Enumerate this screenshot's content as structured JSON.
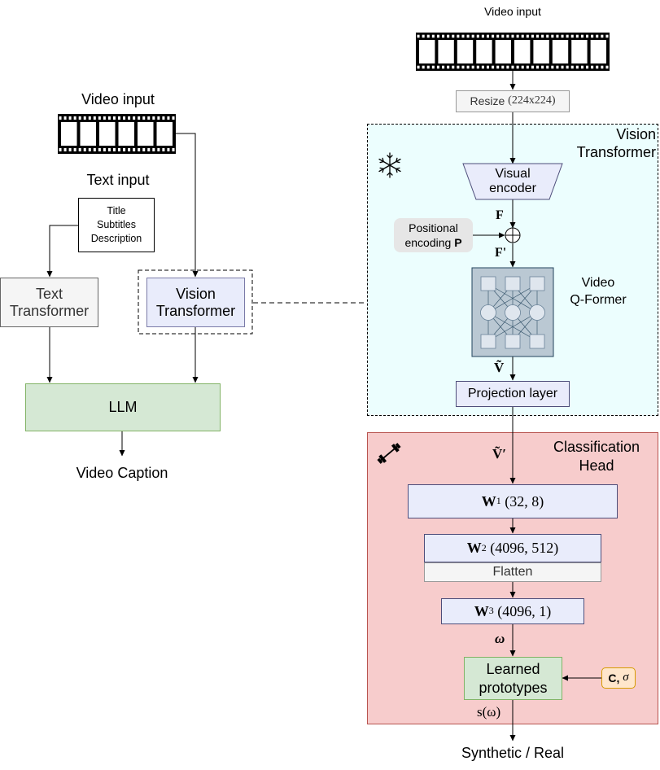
{
  "colors": {
    "vision_panel": "#ecfefe",
    "head_panel": "#f7cccc",
    "head_border": "#b85450",
    "blue_box": "#e9ecfb",
    "blue_border": "#4d4d7a",
    "llm_fill": "#d5e8d4",
    "llm_border": "#82b366",
    "gray_box": "#f5f5f5",
    "qformer_fill": "#bac8d3",
    "qformer_border": "#23445d",
    "orange_fill": "#ffe6cc",
    "orange_border": "#d79b00"
  },
  "left": {
    "video_input": "Video input",
    "text_input": "Text input",
    "text_box": "Title\nSubtitles\nDescription",
    "text_transformer": "Text\nTransformer",
    "vision_transformer": "Vision\nTransformer",
    "llm": "LLM",
    "video_caption": "Video Caption"
  },
  "right": {
    "video_input": "Video input",
    "resize": "Resize",
    "resize_dims": "(224x224)",
    "vision_transformer_title": "Vision\nTransformer",
    "frozen_icon": "snowflake-icon",
    "visual_encoder": "Visual\nencoder",
    "feature_f": "F",
    "positional_encoding": "Positional",
    "positional_encoding_2": "encoding",
    "positional_p": "P",
    "feature_f_prime": "F'",
    "video_qformer": "Video\nQ-Former",
    "v_tilde": "Ṽ",
    "projection_layer": "Projection layer",
    "classification_head_title": "Classification\nHead",
    "trainable_icon": "dumbbell-icon",
    "v_tilde_prime": "Ṽ′",
    "w1": "W",
    "w1_sub": "1",
    "w1_dims": "(32, 8)",
    "w2": "W",
    "w2_sub": "2",
    "w2_dims": "(4096, 512)",
    "flatten": "Flatten",
    "w3": "W",
    "w3_sub": "3",
    "w3_dims": "(4096, 1)",
    "omega": "ω",
    "learned_prototypes": "Learned\nprototypes",
    "c_sigma_c": "C,",
    "c_sigma_sigma": "σ",
    "s_omega": "s(ω)",
    "output": "Synthetic / Real"
  }
}
